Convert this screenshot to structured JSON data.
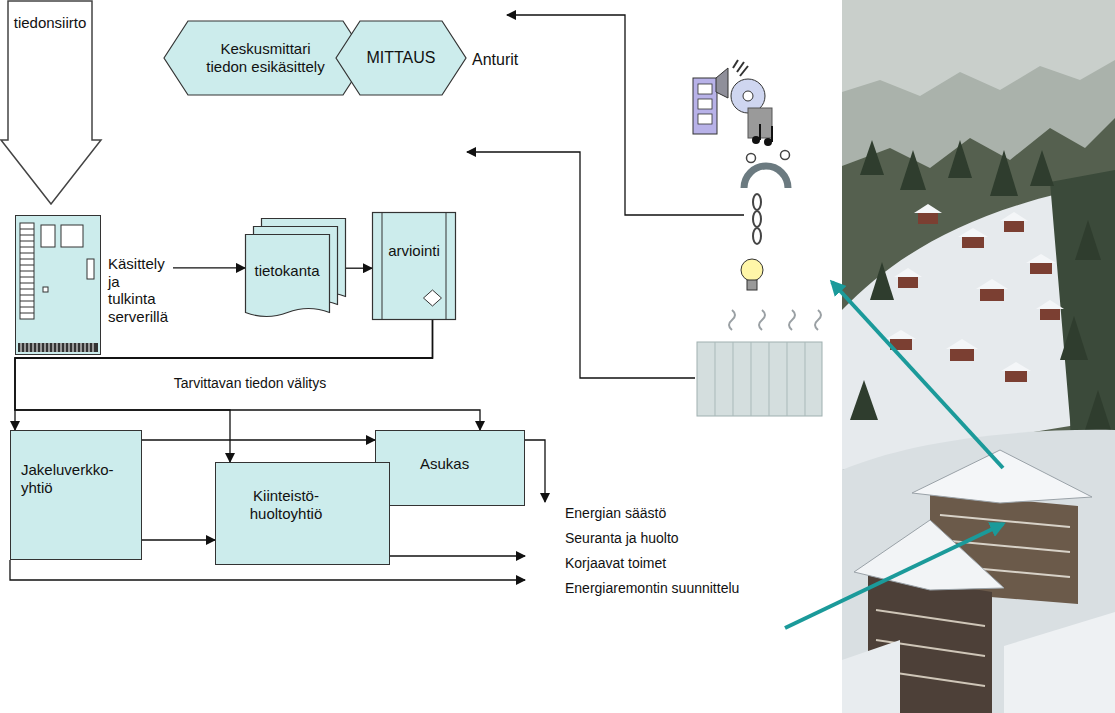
{
  "diagram": {
    "nodes": [
      {
        "text": [
          "tiedonsiirto"
        ]
      },
      {
        "text": [
          "Keskusmittari tiedon esikäsittely"
        ]
      },
      {
        "text": [
          "MITTAUS"
        ]
      },
      {
        "text": [
          "Käsittely ja tulkinta serverillä"
        ]
      },
      {
        "text": [
          "tietokanta"
        ]
      },
      {
        "text": [
          "arviointi"
        ]
      },
      {
        "text": [
          "Jakeluverkko- yhtiö"
        ]
      },
      {
        "text": [
          "Asukas"
        ]
      },
      {
        "text": [
          "Kiinteistö- huoltoyhtiö"
        ]
      }
    ],
    "edges": [
      {
        "from": 3,
        "to": 4,
        "arrow": "to"
      },
      {
        "from": 4,
        "to": 5,
        "arrow": "to"
      },
      {
        "from": 5,
        "to": 6,
        "arrow": "to"
      },
      {
        "from": 5,
        "to": 8,
        "arrow": "to"
      },
      {
        "from": 5,
        "to": 7,
        "arrow": "to"
      },
      {
        "from": 6,
        "to": 7,
        "arrow": "to"
      },
      {
        "from": 6,
        "to": 8,
        "arrow": "to"
      }
    ],
    "labels": [
      "Anturit",
      "Tarvittavan tiedon välitys",
      "Energian säästö",
      "Seuranta ja huolto",
      "Korjaavat toimet",
      "Energiaremontin suunnittelu"
    ]
  }
}
